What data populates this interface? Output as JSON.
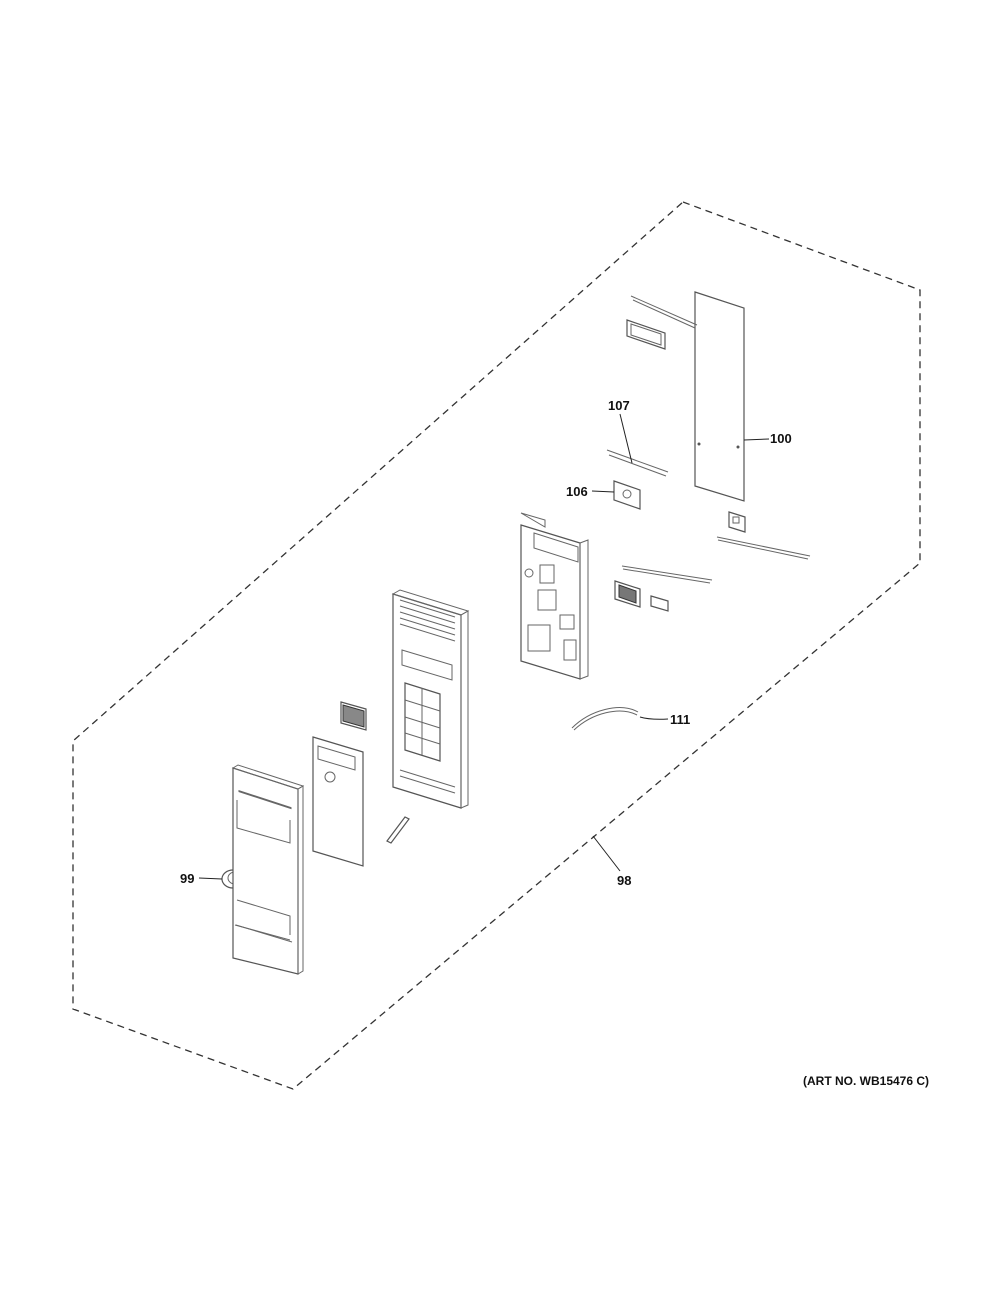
{
  "diagram": {
    "labels": {
      "l98": "98",
      "l99": "99",
      "l100": "100",
      "l106": "106",
      "l107": "107",
      "l111": "111"
    },
    "art_number": "(ART NO. WB15476 C)"
  }
}
